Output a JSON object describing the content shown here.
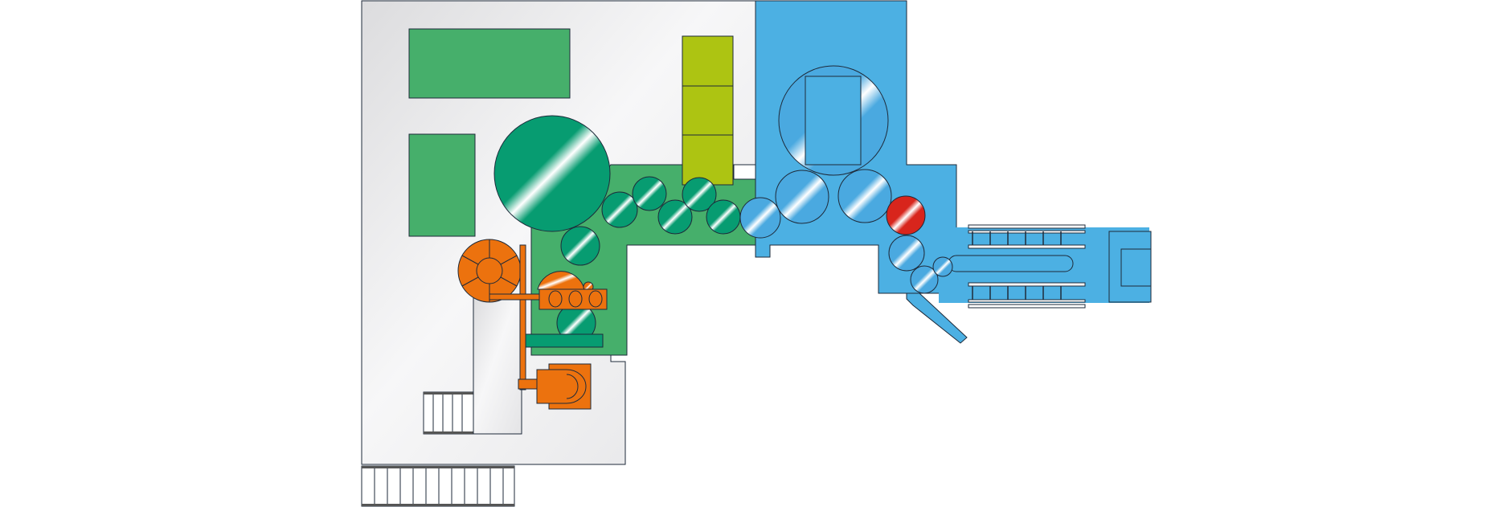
{
  "diagram": {
    "type": "machine-layout-schematic",
    "labels": [],
    "colors": {
      "background": "#ffffff",
      "floor_gray": "#eaeaec",
      "section_green": "#46af6b",
      "roller_green": "#079c71",
      "lime_block": "#adc412",
      "section_blue": "#4cb0e3",
      "roller_blue": "#4aa9e0",
      "orange": "#ec720e",
      "red": "#d8251c",
      "stroke": "#1e2a3a"
    },
    "zones": [
      "gray-base",
      "green-section",
      "blue-section",
      "conveyor"
    ]
  }
}
